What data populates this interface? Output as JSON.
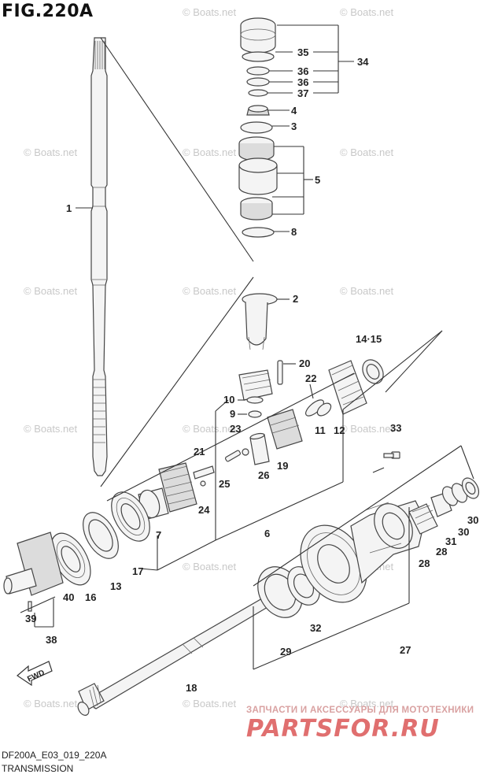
{
  "figure_title": "FIG.220A",
  "watermark_text": "© Boats.net",
  "promo_text": "ЗАПЧАСТИ И АКСЕССУАРЫ ДЛЯ МОТОТЕХНИКИ",
  "logo_text": "PARTSFOR.RU",
  "footer": {
    "code": "DF200A_E03_019_220A",
    "name": "TRANSMISSION"
  },
  "fwd_label": "FWD",
  "callouts": [
    "1",
    "2",
    "3",
    "4",
    "5",
    "6",
    "7",
    "8",
    "9",
    "10",
    "11",
    "12",
    "13",
    "14·15",
    "16",
    "17",
    "18",
    "19",
    "20",
    "21",
    "22",
    "23",
    "24",
    "25",
    "26",
    "27",
    "28",
    "28",
    "29",
    "30",
    "30",
    "31",
    "32",
    "33",
    "34",
    "35",
    "36",
    "36",
    "37",
    "38",
    "39",
    "40"
  ]
}
